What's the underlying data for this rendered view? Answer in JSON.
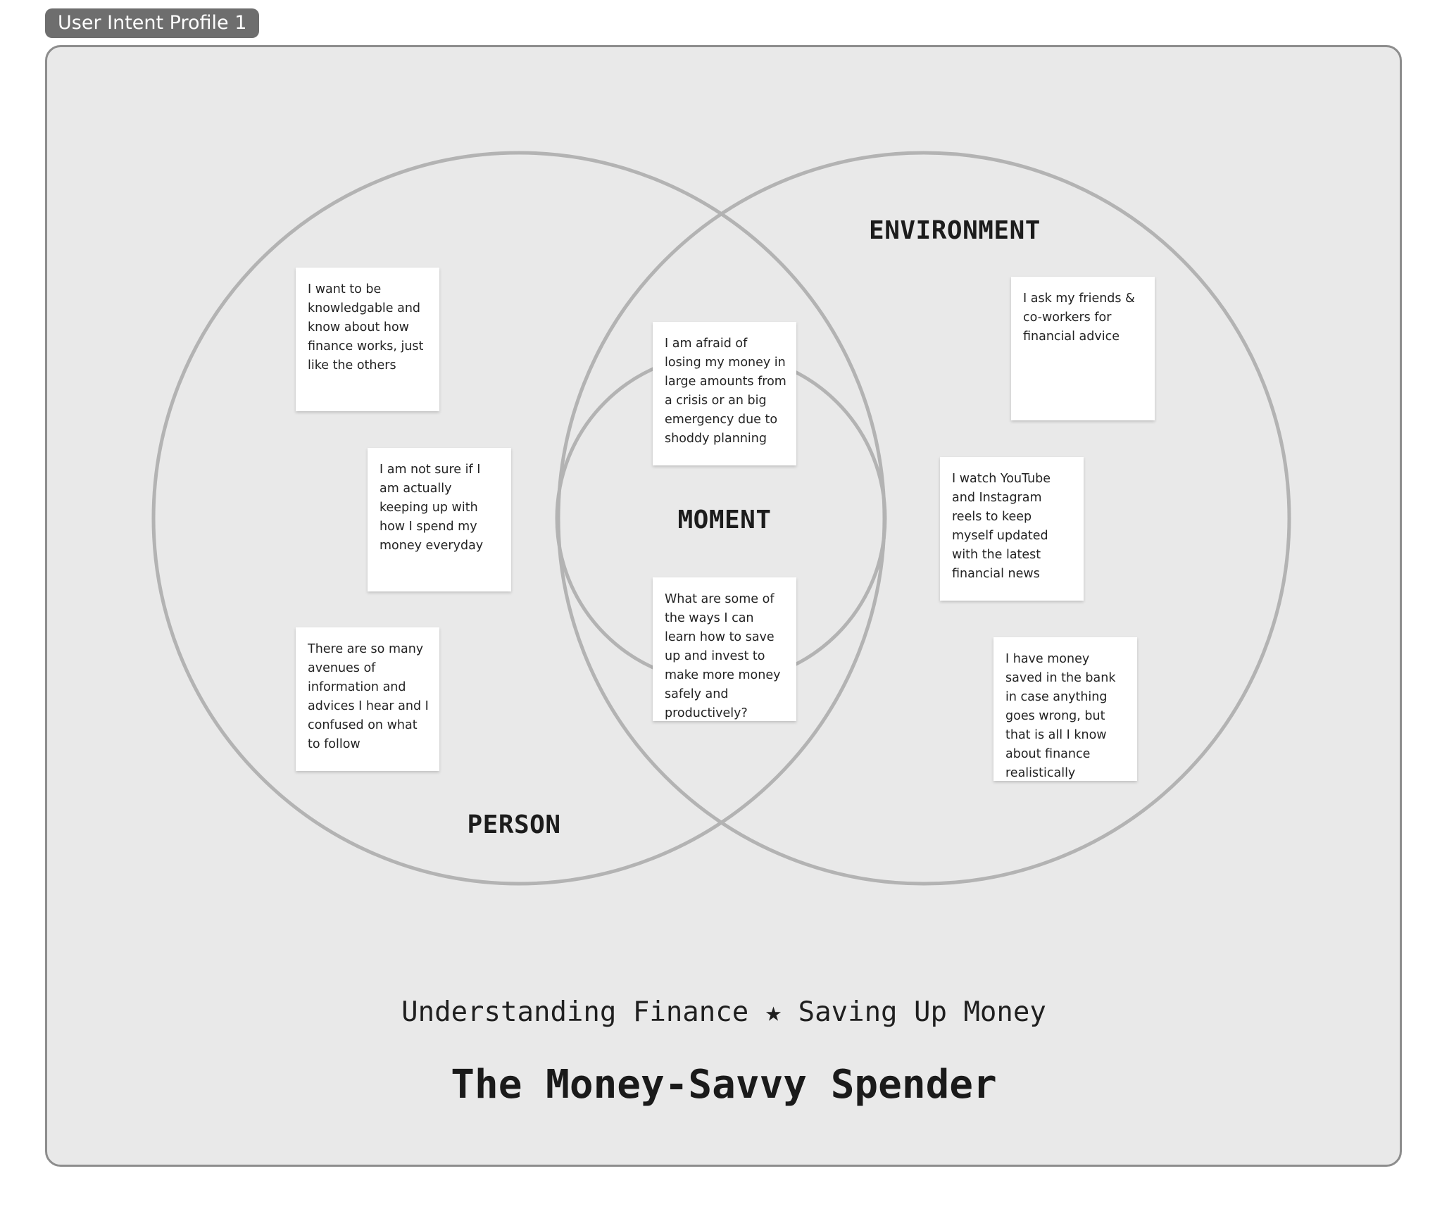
{
  "frame": {
    "tag_label": "User Intent Profile 1"
  },
  "venn": {
    "circle_color": "#b3b3b3",
    "regions": {
      "person": "PERSON",
      "environment": "ENVIRONMENT",
      "moment": "MOMENT"
    }
  },
  "notes": {
    "person": [
      "I want to be knowledgable and know about how finance works, just like the others",
      "I am not sure if I am actually keeping up with how I spend my money everyday",
      "There are so many avenues of information and advices I hear and I confused on what to follow"
    ],
    "moment": [
      "I am afraid of losing my money in large amounts from a crisis or an big emergency due to shoddy planning",
      "What are some of the ways I can learn how to save up and invest to make more money safely and productively?"
    ],
    "environment": [
      "I ask my friends & co-workers for financial advice",
      "I watch YouTube and Instagram reels to keep myself updated with the latest financial news",
      "I have money saved in the bank in case anything goes wrong, but that is all I know about finance realistically"
    ]
  },
  "footer": {
    "subtitle": "Understanding Finance ★ Saving Up Money",
    "title": "The Money-Savvy Spender"
  }
}
